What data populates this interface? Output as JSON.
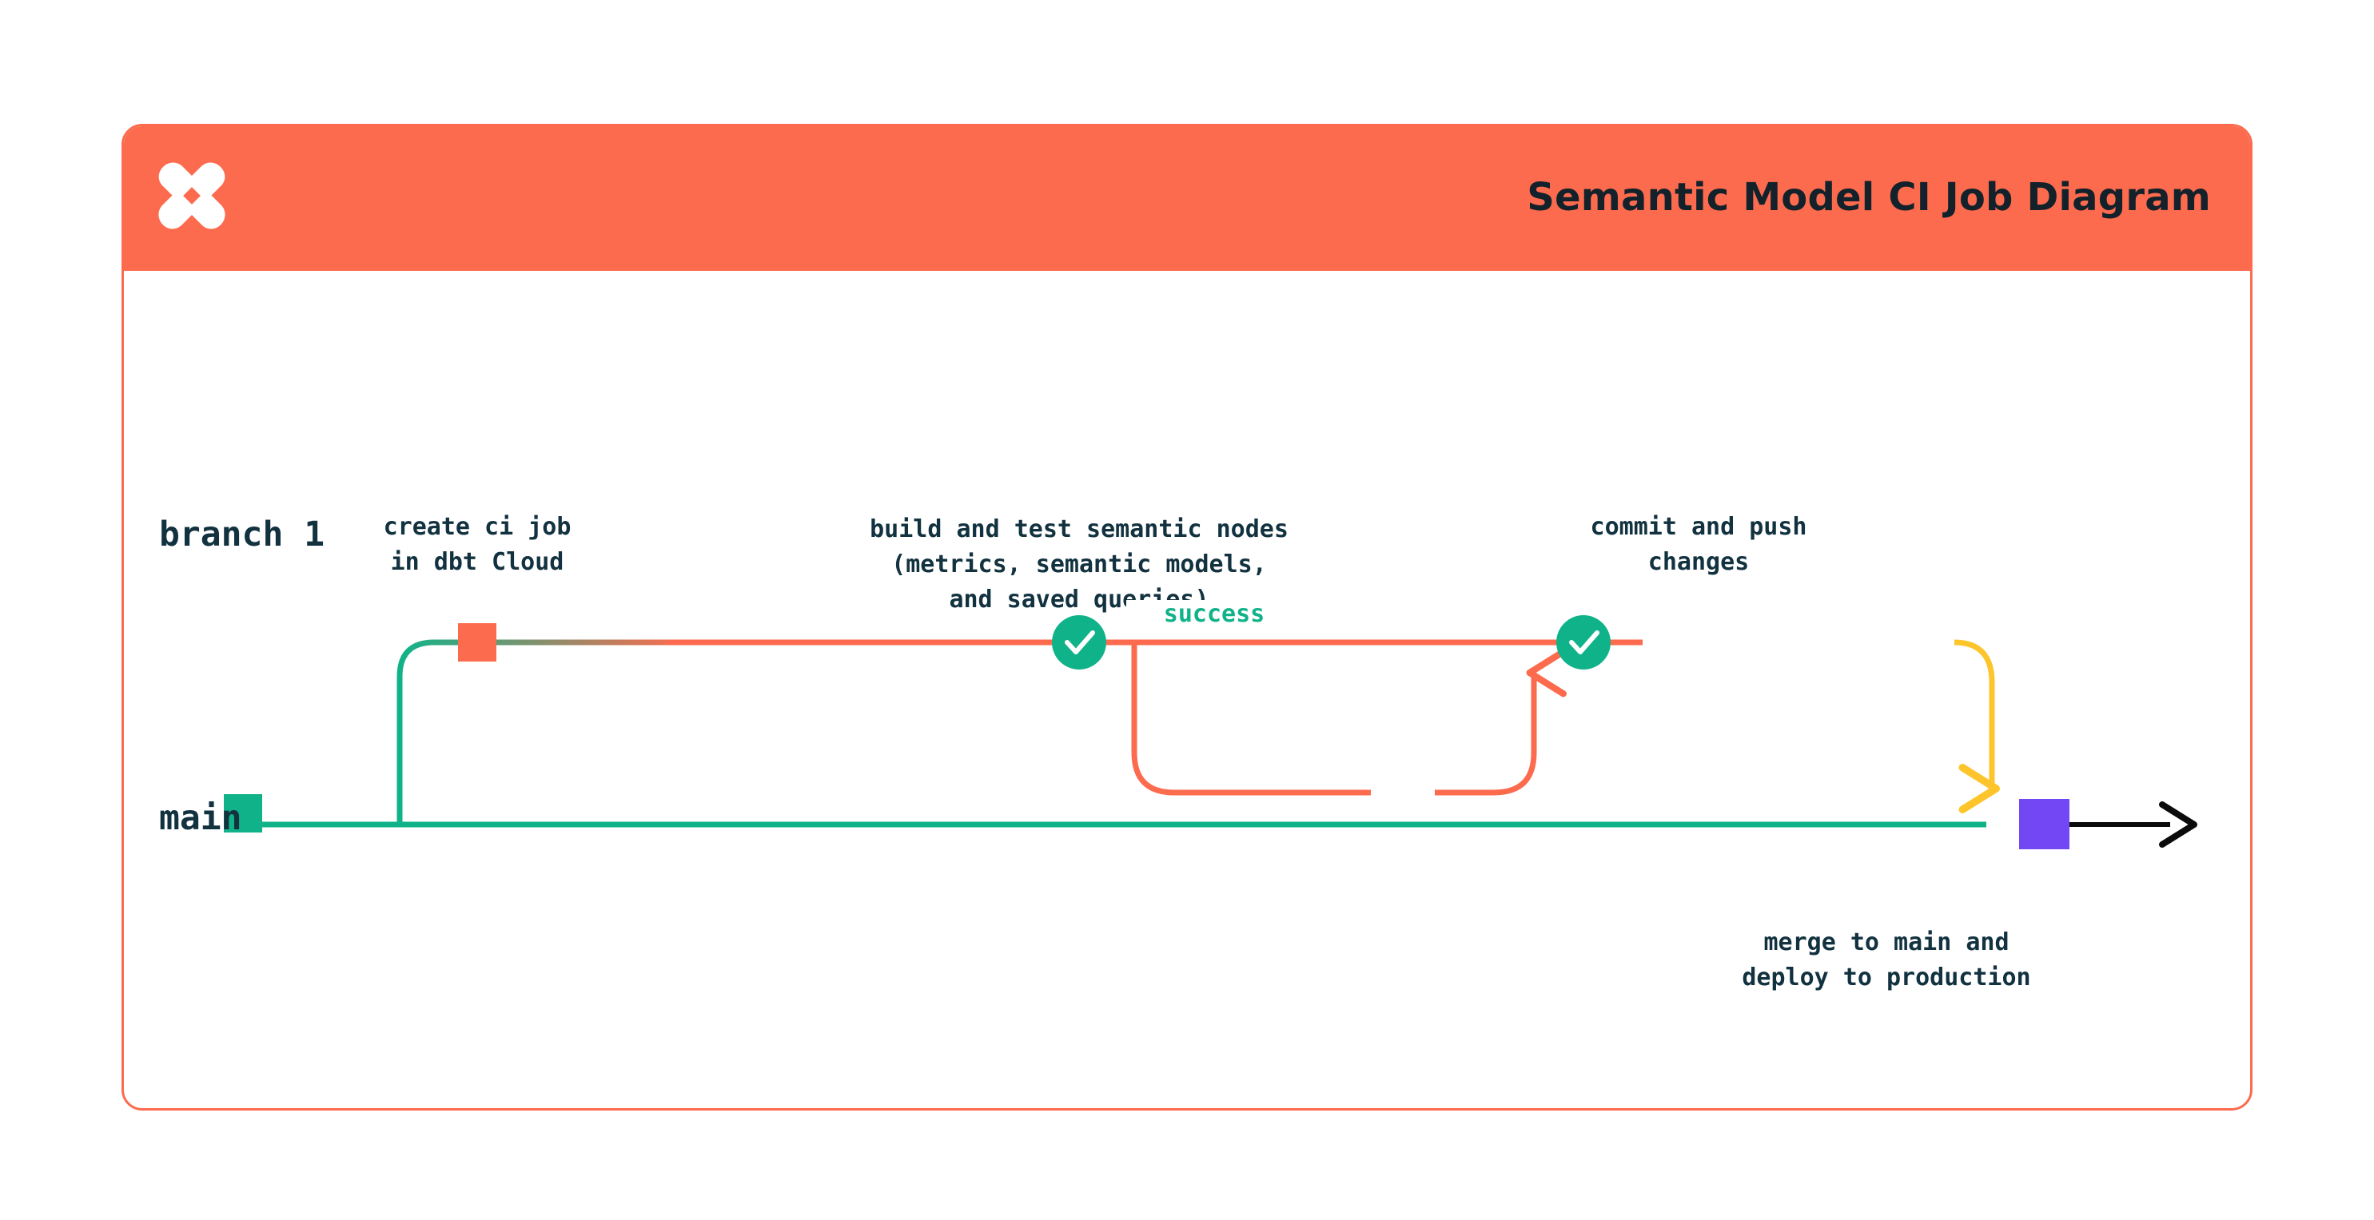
{
  "header": {
    "title": "Semantic Model CI Job Diagram",
    "logo_icon": "dbt-x-logo-icon",
    "background_color": "#FC6B4E",
    "title_color": "#13212B"
  },
  "card": {
    "border_color": "#FC6B4E",
    "background_color": "#FFFFFF"
  },
  "lanes": [
    {
      "id": "branch1",
      "label": "branch 1",
      "color": "#10B389"
    },
    {
      "id": "main",
      "label": "main",
      "color": "#10B389"
    }
  ],
  "nodes": [
    {
      "id": "create-ci-job",
      "marker": "square",
      "color": "#FC6B4E",
      "caption": "create ci job\nin dbt Cloud"
    },
    {
      "id": "build-and-test",
      "marker": "check-circle",
      "color": "#10B389",
      "caption": "build and test semantic nodes\n(metrics, semantic models,\nand saved queries)"
    },
    {
      "id": "commit-and-push",
      "marker": "check-circle",
      "color": "#10B389",
      "caption": "commit and push\nchanges"
    },
    {
      "id": "merge-to-main",
      "marker": "square",
      "color": "#7447F5",
      "caption": "merge to main and\ndeploy to production"
    }
  ],
  "edges": {
    "loop_label": "success",
    "loop_label_color": "#10B389",
    "loop_color": "#FC6B4E",
    "branch_line_start_color": "#10B389",
    "branch_line_mid_color": "#FC6B4E",
    "branch_line_end_color": "#FDC52B",
    "main_line_color": "#10B389",
    "merge_arrow_color": "#FDC52B",
    "terminal_arrow_color": "#0B0B0B"
  },
  "palette": {
    "orange": "#FC6B4E",
    "green": "#10B389",
    "yellow": "#FDC52B",
    "purple": "#7447F5",
    "ink": "#123240"
  }
}
